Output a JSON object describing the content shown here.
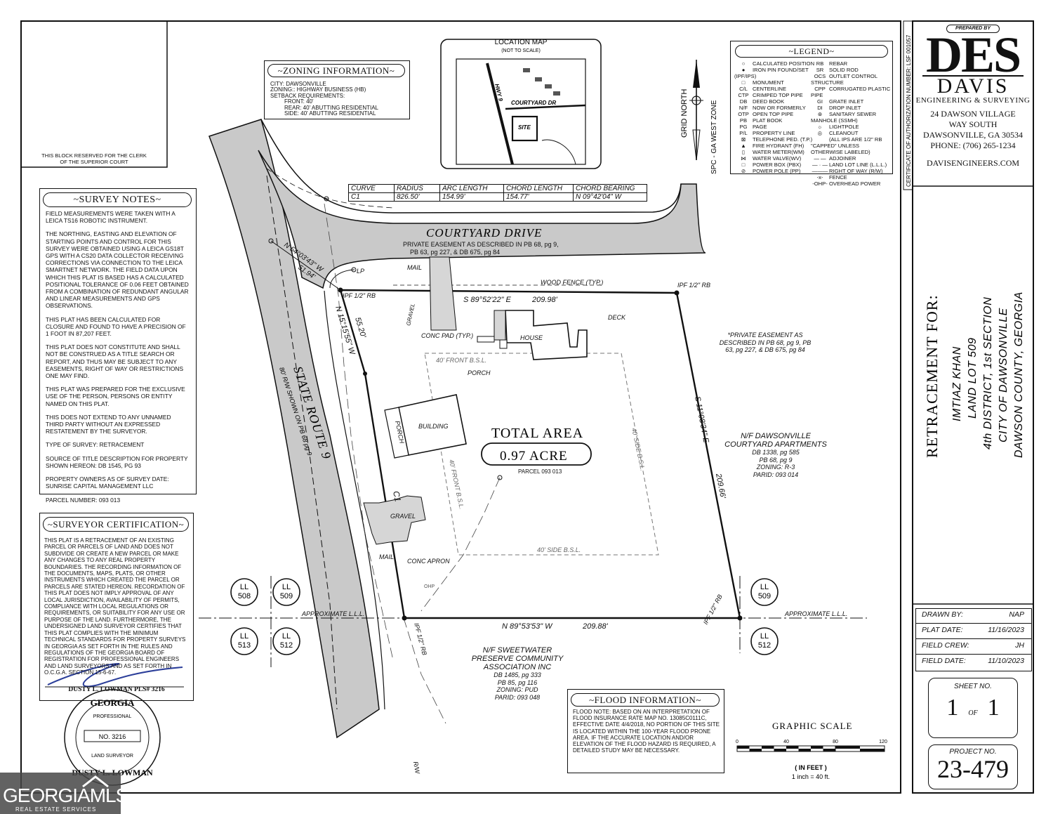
{
  "clerk_block": {
    "text_1": "THIS BLOCK RESERVED FOR THE CLERK",
    "text_2": "OF THE SUPERIOR COURT"
  },
  "survey_notes": {
    "title": "~SURVEY NOTES~",
    "paragraphs": [
      "FIELD MEASUREMENTS WERE TAKEN WITH A LEICA TS16 ROBOTIC INSTRUMENT.",
      "THE NORTHING, EASTING AND ELEVATION OF STARTING POINTS AND CONTROL FOR THIS SURVEY WERE OBTAINED USING A LEICA GS18T GPS WITH A CS20 DATA COLLECTOR RECEIVING CORRECTIONS VIA CONNECTION TO THE LEICA SMARTNET NETWORK. THE FIELD DATA UPON WHICH THIS PLAT IS BASED HAS A CALCULATED POSITIONAL TOLERANCE OF 0.06 FEET OBTAINED FROM A COMBINATION OF REDUNDANT ANGULAR AND LINEAR MEASUREMENTS AND GPS OBSERVATIONS.",
      "THIS PLAT HAS BEEN CALCULATED FOR CLOSURE AND FOUND TO HAVE A PRECISION OF 1 FOOT IN 87,207 FEET.",
      "THIS PLAT DOES NOT CONSTITUTE AND SHALL NOT BE CONSTRUED AS A TITLE SEARCH OR REPORT, AND THUS MAY BE SUBJECT TO ANY EASEMENTS, RIGHT OF WAY OR RESTRICTIONS ONE MAY FIND.",
      "THIS PLAT WAS PREPARED FOR THE EXCLUSIVE USE OF THE PERSON, PERSONS OR ENTITY NAMED ON THIS PLAT.",
      "THIS DOES NOT EXTEND TO ANY UNNAMED THIRD PARTY WITHOUT AN EXPRESSED RESTATEMENT BY THE SURVEYOR.",
      "TYPE OF SURVEY: RETRACEMENT",
      "SOURCE OF TITLE DESCRIPTION FOR PROPERTY SHOWN HEREON: DB 1545, pg 93",
      "PROPERTY OWNERS AS OF SURVEY DATE: SUNRISE CAPITAL MANAGEMENT LLC",
      "PARCEL NUMBER: 093 013"
    ]
  },
  "surveyor_cert": {
    "title": "~SURVEYOR CERTIFICATION~",
    "text": "THIS PLAT IS A RETRACEMENT OF AN EXISTING PARCEL OR PARCELS OF LAND AND DOES NOT SUBDIVIDE OR CREATE A NEW PARCEL OR MAKE ANY CHANGES TO ANY REAL PROPERTY BOUNDARIES. THE RECORDING INFORMATION OF THE DOCUMENTS, MAPS, PLATS, OR OTHER INSTRUMENTS WHICH CREATED THE PARCEL OR PARCELS ARE STATED HEREON. RECORDATION OF THIS PLAT DOES NOT IMPLY APPROVAL OF ANY LOCAL JURISDICTION, AVAILABILITY OF PERMITS, COMPLIANCE WITH LOCAL REGULATIONS OR REQUIREMENTS, OR SUITABILITY FOR ANY USE OR PURPOSE OF THE LAND. FURTHERMORE, THE UNDERSIGNED LAND SURVEYOR CERTIFIES THAT THIS PLAT COMPLIES WITH THE MINIMUM TECHNICAL STANDARDS FOR PROPERTY SURVEYS IN GEORGIA AS SET FORTH IN THE RULES AND REGULATIONS OF THE GEORGIA BOARD OF REGISTRATION FOR PROFESSIONAL ENGINEERS AND LAND SURVEYORS AND AS SET FORTH IN O.C.G.A. SECTION 15-6-67.",
    "signer": "DUSTY L. LOWMAN PLS# 3216"
  },
  "seal": {
    "state": "GEORGIA",
    "line_1": "PROFESSIONAL",
    "number": "NO. 3216",
    "line_2": "LAND SURVEYOR",
    "name": "DUSTY L. LOWMAN"
  },
  "watermark": {
    "brand": "GEORGIAMLS",
    "sub": "REAL ESTATE SERVICES"
  },
  "zoning": {
    "title": "~ZONING INFORMATION~",
    "lines": [
      "CITY: DAWSONVILLE",
      "ZONING:: HIGHWAY BUSINESS (HB)",
      "SETBACK REQUIREMENTS:",
      "FRONT: 40'",
      "REAR: 40' ABUTTING RESIDENTIAL",
      "SIDE: 40' ABUTTING RESIDENTIAL"
    ]
  },
  "location_map": {
    "title": "LOCATION MAP",
    "subtitle": "(NOT TO SCALE)",
    "road_1": "HWY 9",
    "road_2": "COURTYARD DR",
    "site": "SITE"
  },
  "north": {
    "grid": "GRID NORTH",
    "zone": "SPC - GA WEST ZONE"
  },
  "legend": {
    "title": "~LEGEND~",
    "left": [
      [
        "○",
        "CALCULATED POSITION"
      ],
      [
        "●",
        "IRON PIN FOUND/SET (IPF/IPS)"
      ],
      [
        "□",
        "MONUMENT"
      ],
      [
        "C/L",
        "CENTERLINE"
      ],
      [
        "CTP",
        "CRIMPED TOP PIPE"
      ],
      [
        "DB",
        "DEED BOOK"
      ],
      [
        "N/F",
        "NOW OR FORMERLY"
      ],
      [
        "OTP",
        "OPEN TOP PIPE"
      ],
      [
        "PB",
        "PLAT BOOK"
      ],
      [
        "PG",
        "PAGE"
      ],
      [
        "P/L",
        "PROPERTY LINE"
      ],
      [
        "⊠",
        "TELEPHONE PED. (T.P.)"
      ],
      [
        "▲",
        "FIRE HYDRANT (FH)"
      ],
      [
        "▯",
        "WATER METER(WM)"
      ],
      [
        "⋈",
        "WATER VALVE(WV)"
      ],
      [
        "□",
        "POWER BOX (PBX)"
      ],
      [
        "⊘",
        "POWER POLE (PP)"
      ]
    ],
    "right": [
      [
        "RB",
        "REBAR"
      ],
      [
        "SR",
        "SOLID ROD"
      ],
      [
        "OCS",
        "OUTLET CONTROL STRUCTURE"
      ],
      [
        "CPP",
        "CORRUGATED PLASTIC PIPE"
      ],
      [
        "GI",
        "GRATE INLET"
      ],
      [
        "DI",
        "DROP INLET"
      ],
      [
        "⊛",
        "SANITARY SEWER MANHOLE (SSMH)"
      ],
      [
        "☼",
        "LIGHTPOLE"
      ],
      [
        "◎",
        "CLEANOUT"
      ],
      [
        "",
        "(ALL IPS ARE 1/2\" RB \"CAPPED\" UNLESS OTHERWISE LABELED)"
      ],
      [
        "— —",
        "ADJOINER"
      ],
      [
        "— · —",
        "LAND LOT LINE (L.L.L.)"
      ],
      [
        "———",
        "RIGHT OF WAY (R/W)"
      ],
      [
        "-x-",
        "FENCE"
      ],
      [
        "-OHP-",
        "OVERHEAD POWER"
      ]
    ]
  },
  "curve_table": {
    "headers": [
      "CURVE",
      "RADIUS",
      "ARC LENGTH",
      "CHORD LENGTH",
      "CHORD BEARING"
    ],
    "row": [
      "C1",
      "826.50'",
      "154.99'",
      "154.77'",
      "N 09°42'04\" W"
    ]
  },
  "plat": {
    "street": "COURTYARD DRIVE",
    "street_easement_1": "PRIVATE EASEMENT AS DESCRIBED IN PB 68, pg 9,",
    "street_easement_2": "PB 63, pg 227, & DB 675, pg 84",
    "state_route": "STATE ROUTE 9",
    "state_route_sub": "80' R/W SHOWN ON PB 68 pg 9",
    "bearing_nw": "N 54°03'43\" W",
    "dist_nw": "51.94'",
    "bearing_west": "N 15°15'55\" W",
    "dist_west": "55.20'",
    "bearing_north": "S 89°52'22\" E",
    "dist_north": "209.98'",
    "bearing_east": "S 11°08'34\" E",
    "dist_east": "209.66'",
    "bearing_south": "N 89°53'53\" W",
    "dist_south": "209.88'",
    "ipf_nw": "IPF 1/2\" RB",
    "ipf_ne": "IPF 1/2\" RB",
    "ipf_sw": "IPF 1/2\" RB",
    "ipf_se": "IPF 1/2\" RB",
    "wood_fence": "WOOD FENCE (TYP.)",
    "lp": "LP",
    "mail": "MAIL",
    "gravel": "GRAVEL",
    "conc_pad": "CONC PAD (TYP.)",
    "house": "HOUSE",
    "deck": "DECK",
    "porch": "PORCH",
    "building": "BUILDING",
    "bsl_front_top": "40' FRONT B.S.L.",
    "bsl_front_left": "40' FRONT B.S.L.",
    "bsl_side_right": "40' SIDE B.S.L.",
    "bsl_side_bottom": "40' SIDE B.S.L.",
    "total_area": "TOTAL AREA",
    "acreage": "0.97 ACRE",
    "parcel": "PARCEL 093 013",
    "c1": "C1",
    "gravel_2": "GRAVEL",
    "mail_2": "MAIL",
    "conc_apron": "CONC APRON",
    "ohp": "OHP",
    "rw": "R/W",
    "lll": "APPROXIMATE L.L.L.",
    "lll_right": "APPROXIMATE L.L.L.",
    "private_easement": [
      "*PRIVATE EASEMENT AS",
      "DESCRIBED IN PB 68, pg 9, PB",
      "63, pg 227, & DB 675, pg 84"
    ],
    "east_adjoiner": [
      "N/F DAWSONVILLE",
      "COURTYARD APARTMENTS",
      "DB 1338, pg 585",
      "PB 68, pg 9",
      "ZONING: R-3",
      "PARID: 093 014"
    ],
    "south_adjoiner": [
      "N/F SWEETWATER",
      "PRESERVE COMMUNITY",
      "ASSOCIATION INC",
      "DB 1485, pg 333",
      "PB 85, pg 116",
      "ZONING: PUD",
      "PARID: 093 048"
    ],
    "land_lots": {
      "ll": "LL",
      "l508": "508",
      "l509": "509",
      "l513": "513",
      "l512": "512"
    }
  },
  "flood": {
    "title": "~FLOOD INFORMATION~",
    "text": "FLOOD NOTE: BASED ON AN INTERPRETATION OF FLOOD INSURANCE RATE MAP NO. 13085C0111C, EFFECTIVE DATE 4/4/2018, NO PORTION OF THIS SITE IS LOCATED WITHIN THE 100-YEAR FLOOD PRONE AREA. IF THE ACCURATE LOCATION AND/OR ELEVATION OF THE FLOOD HAZARD IS REQUIRED, A DETAILED STUDY MAY BE NECESSARY."
  },
  "graphic_scale": {
    "title": "GRAPHIC SCALE",
    "ticks": [
      "0",
      "40",
      "80",
      "120"
    ],
    "unit": "( IN FEET )",
    "ratio": "1 inch = 40 ft."
  },
  "cert_auth": "CERTIFICATE OF AUTHORIZATION NUMBER: LSF 001057",
  "firm": {
    "prepared_by": "PREPARED BY",
    "logo": "DES",
    "name": "DAVIS",
    "tag": "ENGINEERING & SURVEYING",
    "addr_1": "24 DAWSON VILLAGE",
    "addr_2": "WAY SOUTH",
    "addr_3": "DAWSONVILLE, GA 30534",
    "phone": "PHONE: (706) 265-1234",
    "web": "DAVISENGINEERS.COM"
  },
  "retracement": {
    "title": "RETRACEMENT FOR:",
    "lines": [
      "IMTIAZ KHAN",
      "LAND LOT 509",
      "4th DISTRICT, 1st SECTION",
      "CITY OF DAWSONVILLE",
      "DAWSON COUNTY, GEORGIA"
    ]
  },
  "title_block": {
    "rows": [
      [
        "DRAWN BY:",
        "NAP"
      ],
      [
        "PLAT DATE:",
        "11/16/2023"
      ],
      [
        "FIELD CREW:",
        "JH"
      ],
      [
        "FIELD DATE:",
        "11/10/2023"
      ]
    ],
    "sheet_label": "SHEET NO.",
    "sheet_num": "1",
    "sheet_of": "OF",
    "sheet_total": "1",
    "project_label": "PROJECT NO.",
    "project_num": "23-479"
  }
}
